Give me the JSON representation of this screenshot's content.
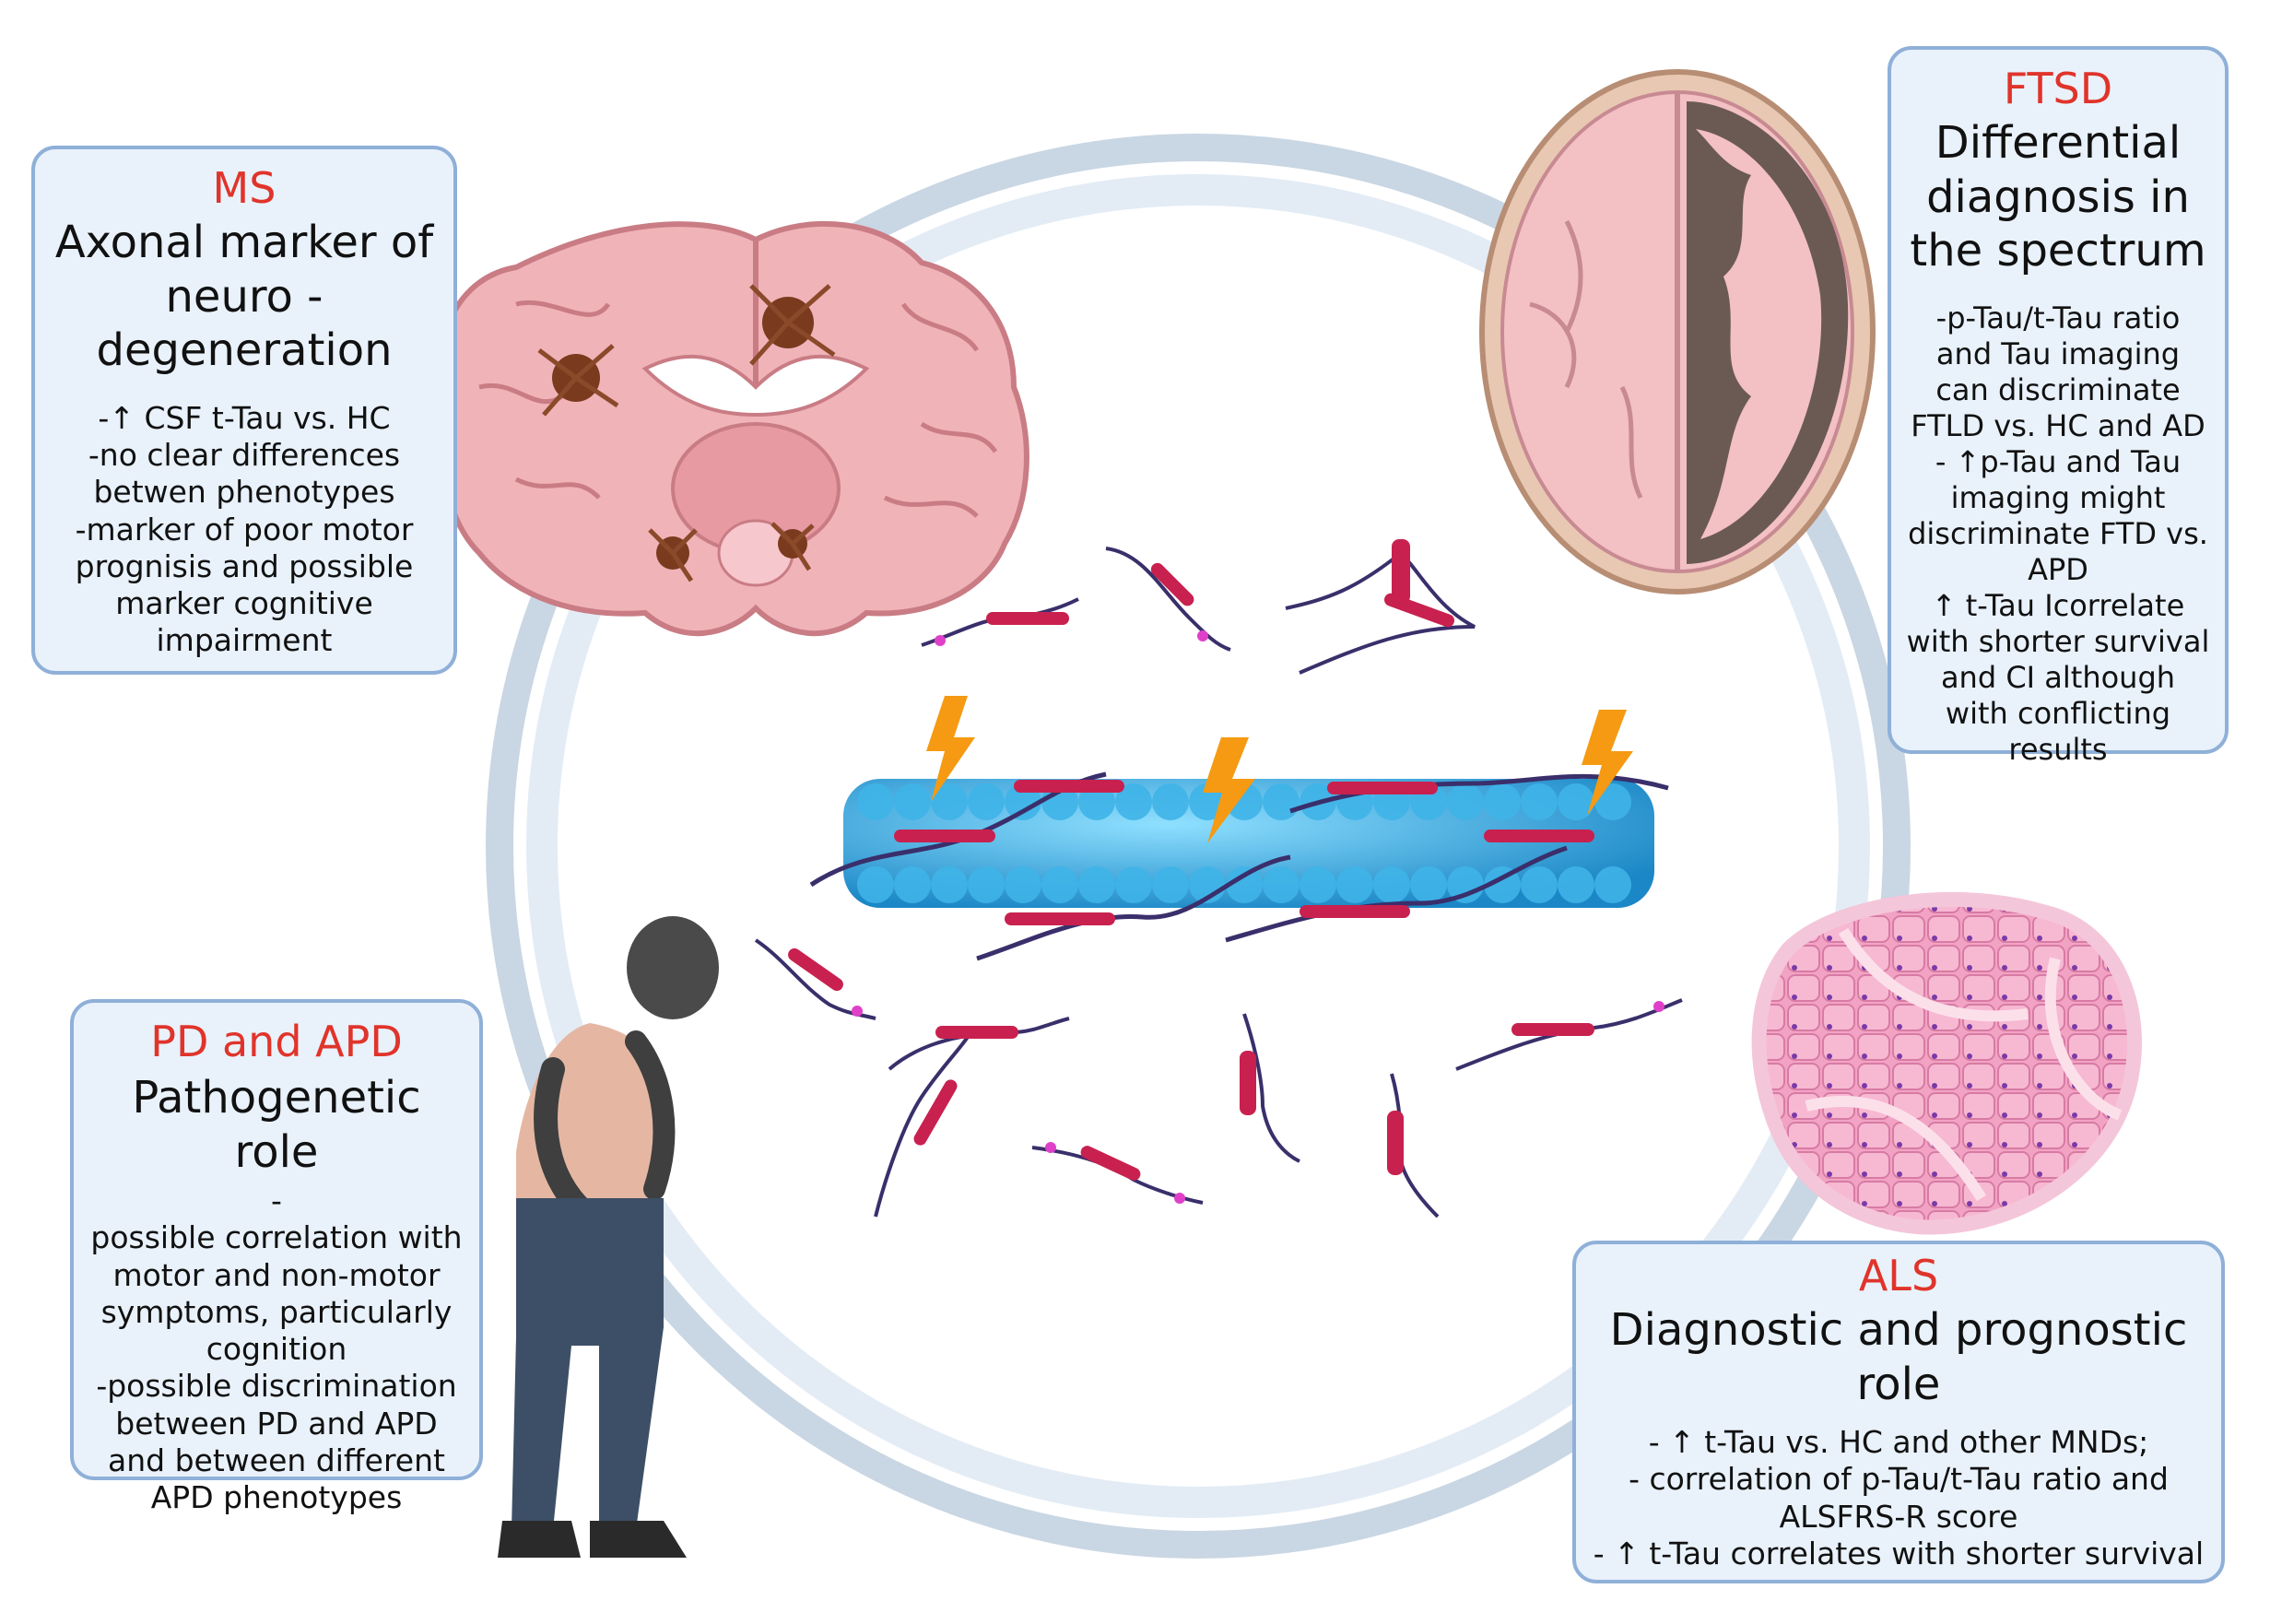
{
  "colors": {
    "panel_fill": "#e9f2fb",
    "panel_border": "#8fb0d8",
    "disease_label": "#e0342b",
    "ring": "#c9d6e3",
    "microtubule": "#2fa7df",
    "tau_protein": "#c8214f",
    "phospho_site": "#e040c9",
    "lightning": "#f59a12"
  },
  "panels": {
    "ms": {
      "disease": "MS",
      "role": "Axonal marker of neuro -degeneration",
      "details": [
        "-↑ CSF t-Tau vs. HC",
        "-no clear differences betwen phenotypes",
        "-marker of poor motor prognisis and possible marker cognitive impairment"
      ]
    },
    "ftsd": {
      "disease": "FTSD",
      "role": "Differential diagnosis in the spectrum",
      "details": [
        "-p-Tau/t-Tau ratio and Tau imaging can discriminate FTLD vs. HC and AD",
        "- ↑p-Tau and Tau imaging might discriminate FTD vs. APD",
        "↑ t-Tau Icorrelate with shorter survival and CI although with conflicting results"
      ]
    },
    "pd": {
      "disease": "PD and APD",
      "role": "Pathogenetic role",
      "details": [
        "-",
        "possible correlation with motor and non-motor symptoms, particularly cognition",
        "-possible discrimination between PD and APD and between different APD phenotypes"
      ]
    },
    "als": {
      "disease": "ALS",
      "role": "Diagnostic and prognostic role",
      "details": [
        "- ↑ t-Tau vs. HC and other MNDs;",
        "- correlation of p-Tau/t-Tau ratio and ALSFRS-R score",
        "- ↑ t-Tau correlates with shorter survival"
      ]
    }
  },
  "illustrations": {
    "coronal_brain": "brain-coronal-section-with-lesions",
    "axial_brain": "brain-axial-atrophy",
    "elderly_person": "stooped-person-tremor",
    "muscle": "muscle-cross-section",
    "microtubule": "microtubule-with-tau",
    "free_tau": "detached-tau-fragments",
    "lightning": "lightning-bolt-icon"
  }
}
